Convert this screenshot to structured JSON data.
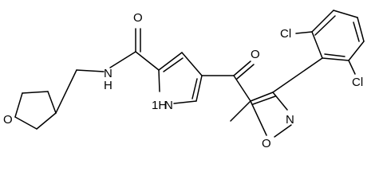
{
  "molecule": {
    "atom_labels": {
      "o_carbonyl_amide": "O",
      "nh_amide": "N",
      "h_amide": "H",
      "nh_pyrrole": "1H",
      "n_pyrrole": "N",
      "o_carbonyl_ketone": "O",
      "o_thf": "O",
      "o_isoxazole": "O",
      "n_isoxazole": "N",
      "cl_top": "Cl",
      "cl_right": "Cl"
    }
  }
}
